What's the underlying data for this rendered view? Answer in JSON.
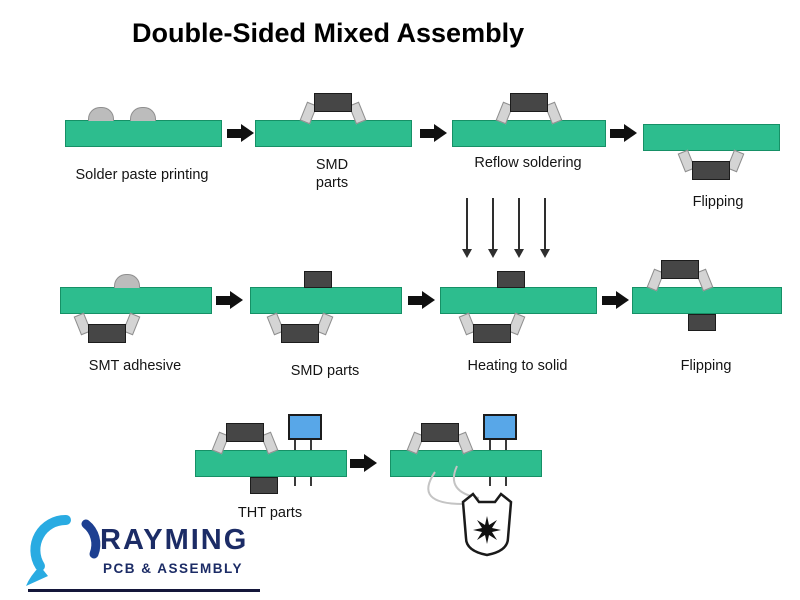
{
  "title": "Double-Sided Mixed Assembly",
  "rows": [
    {
      "labels": [
        "Solder paste printing",
        "SMD parts",
        "Reflow soldering",
        "Flipping"
      ]
    },
    {
      "labels": [
        "SMT adhesive",
        "SMD parts",
        "Heating to solid",
        "Flipping"
      ]
    },
    {
      "labels": [
        "THT parts"
      ]
    }
  ],
  "logo": {
    "brand": "RAYMING",
    "tagline": "PCB & ASSEMBLY"
  },
  "colors": {
    "pcb_green": "#2dbd8e",
    "component_gray": "#464646",
    "lead_gray": "#d4d4d4",
    "paste_gray": "#bcbcbc",
    "tht_blue": "#58a7e8",
    "arrow_black": "#101010",
    "logo_light_blue": "#29abe2",
    "logo_dark_blue": "#1d3f91",
    "logo_navy": "#1c2c66"
  }
}
